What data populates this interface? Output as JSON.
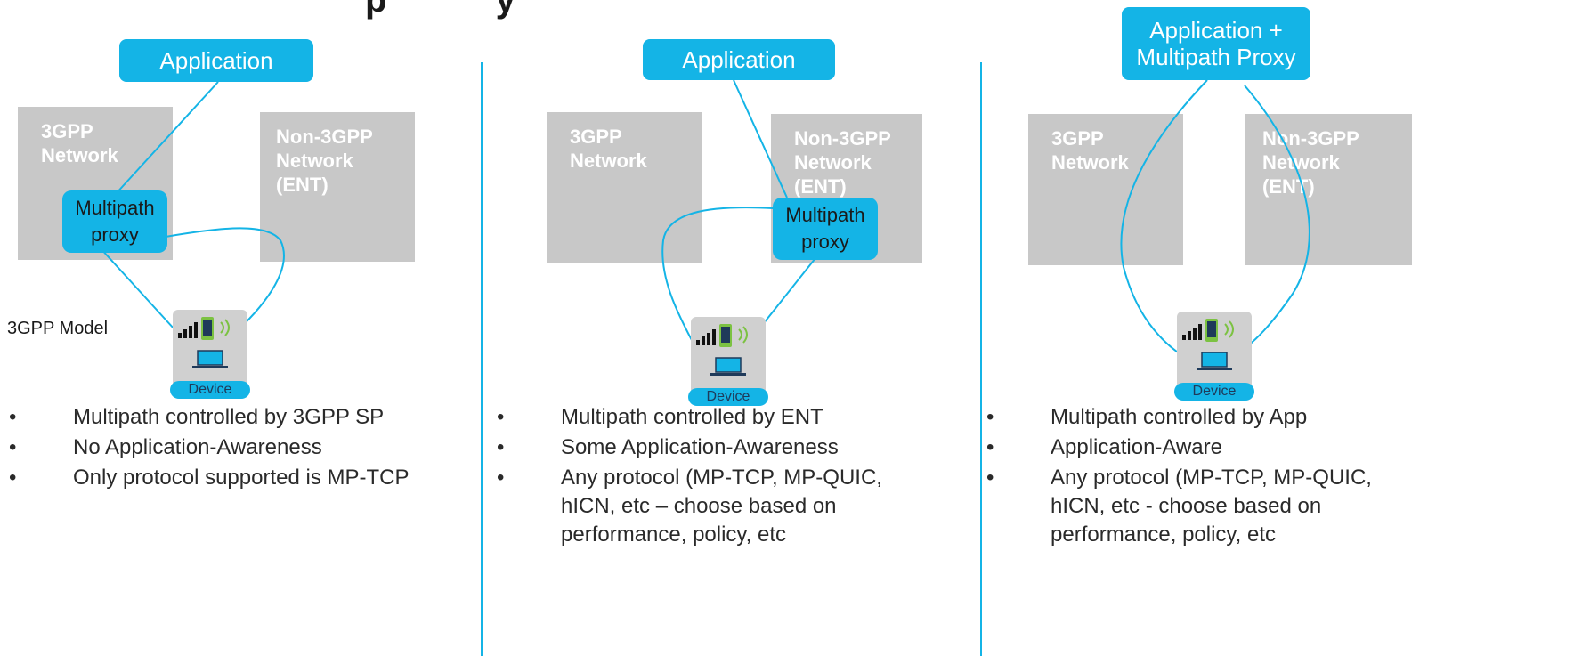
{
  "title_fragment": "p           y",
  "colors": {
    "accent": "#14b4e6",
    "network_box": "#c8c8c8",
    "device_green": "#7cc242"
  },
  "panels": [
    {
      "app_label": "Application",
      "net_3gpp": "3GPP\nNetwork",
      "net_non3gpp": "Non-3GPP\nNetwork\n(ENT)",
      "proxy_label": "Multipath\nproxy",
      "model_label": "3GPP Model",
      "device_label": "Device",
      "bullets": [
        "Multipath  controlled by 3GPP SP",
        "No Application-Awareness",
        "Only protocol supported is MP-TCP"
      ]
    },
    {
      "app_label": "Application",
      "net_3gpp": "3GPP\nNetwork",
      "net_non3gpp": "Non-3GPP\nNetwork\n(ENT)",
      "proxy_label": "Multipath\nproxy",
      "device_label": "Device",
      "bullets": [
        "Multipath  controlled by ENT",
        "Some Application-Awareness",
        "Any protocol (MP-TCP, MP-QUIC, hICN, etc – choose based on performance, policy, etc"
      ]
    },
    {
      "app_label": "Application +\nMultipath Proxy",
      "net_3gpp": "3GPP\nNetwork",
      "net_non3gpp": "Non-3GPP\nNetwork\n(ENT)",
      "device_label": "Device",
      "bullets": [
        "Multipath  controlled by App",
        "Application-Aware",
        "Any protocol (MP-TCP, MP-QUIC, hICN, etc - choose based on performance, policy, etc"
      ]
    }
  ]
}
